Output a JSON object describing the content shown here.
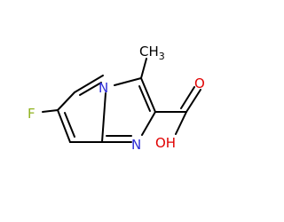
{
  "molecule": {
    "atoms": {
      "fluorine": "F",
      "ring_nitrogen_bridgehead": "N",
      "ring_nitrogen_imidazole": "N",
      "hydroxyl": "OH",
      "carbonyl_oxygen": "O",
      "methyl_main": "CH",
      "methyl_subscript": "3"
    },
    "colors": {
      "carbon_bond": "#000000",
      "nitrogen": "#2b2bd6",
      "oxygen": "#e00000",
      "fluorine": "#8fb21e"
    }
  }
}
